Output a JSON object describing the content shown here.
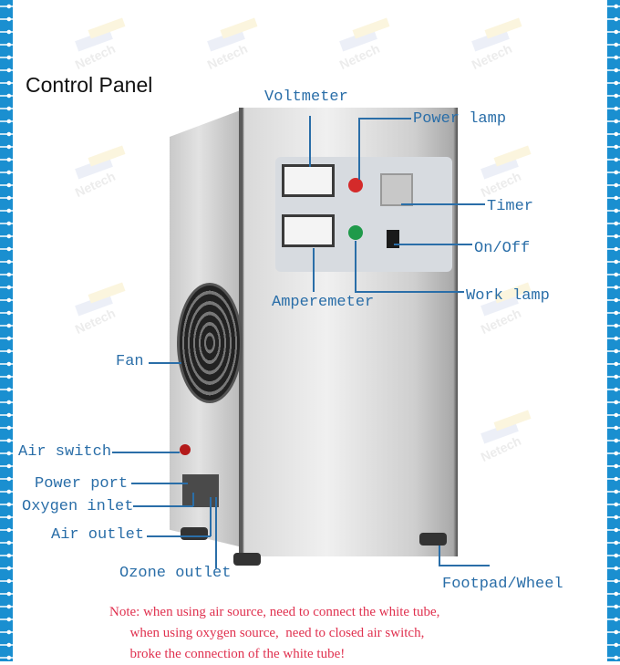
{
  "title": "Control Panel",
  "watermark_text": "Netech",
  "labels": {
    "voltmeter": "Voltmeter",
    "power_lamp": "Power lamp",
    "timer": "Timer",
    "on_off": "On/Off",
    "amperemeter": "Amperemeter",
    "work_lamp": "Work lamp",
    "fan": "Fan",
    "air_switch": "Air switch",
    "power_port": "Power port",
    "oxygen_inlet": "Oxygen inlet",
    "air_outlet": "Air outlet",
    "ozone_outlet": "Ozone outlet",
    "footpad_wheel": "Footpad/Wheel"
  },
  "note": {
    "line1": "Note: when using air source, need to connect the white tube,",
    "line2": "      when using oxygen source,  need to closed air switch,",
    "line3": "      broke the connection of the white tube!"
  },
  "colors": {
    "label": "#2a6ea8",
    "note": "#e0314f",
    "border": "#1a8fd0",
    "power_lamp": "#d42a2a",
    "work_lamp": "#1f9a4a"
  }
}
